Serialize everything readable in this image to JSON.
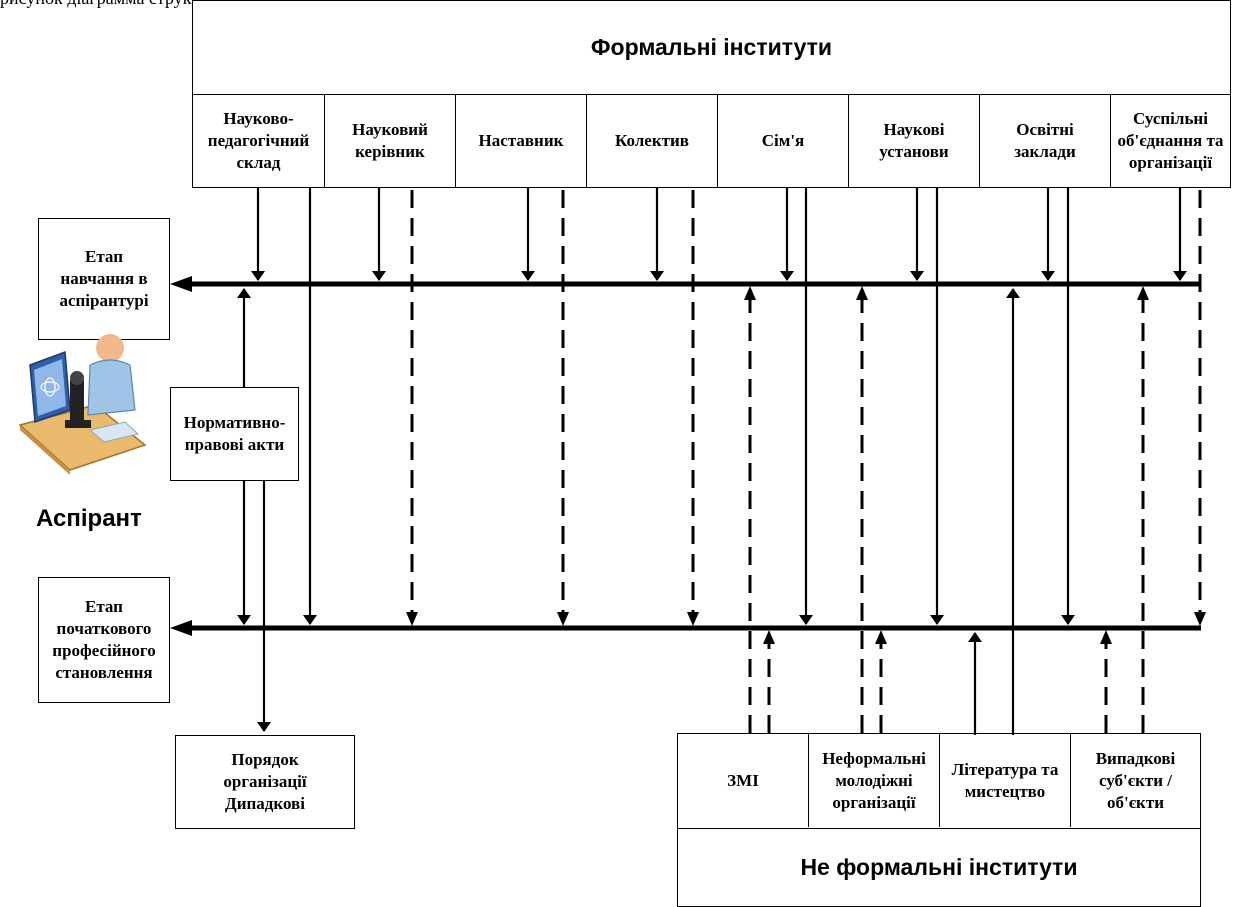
{
  "top_caption": "рисунок діаграмма структура формування",
  "formal": {
    "title": "Формальні інститути",
    "cells": [
      "Науково-\nпедагогічний\nсклад",
      "Науковий\nкерівник",
      "Наставник",
      "Колектив",
      "Сім'я",
      "Наукові\nустанови",
      "Освітні\nзаклади",
      "Суспільні\nоб'єднання та\nорганізації"
    ]
  },
  "stages": {
    "study": "Етап\nнавчання в\nаспірантурі",
    "initial": "Етап\nпочаткового\nпрофесійного\nстановлення"
  },
  "normative": "Нормативно-\nправові акти",
  "order": "Порядок\nорганізації\nДипадкові",
  "student_label": "Аспірант",
  "informal": {
    "title": "Не формальні інститути",
    "cells": [
      "ЗМІ",
      "Неформальні\nмолодіжні\nорганізації",
      "Література та\nмистецтво",
      "Випадкові\nсуб'єкти /\nоб'єкти"
    ]
  },
  "icons": [
    "scientist-with-microscope-icon"
  ]
}
